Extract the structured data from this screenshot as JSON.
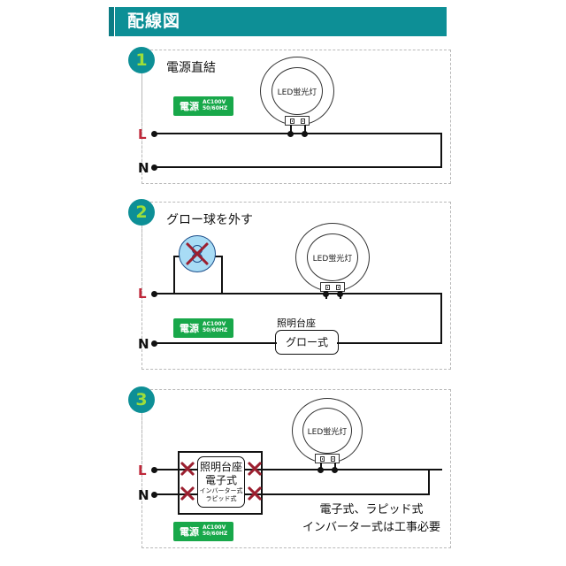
{
  "header": {
    "title": "配線図"
  },
  "power_badge": {
    "main": "電源",
    "volt": "AC100V",
    "freq": "50/60HZ"
  },
  "lamp": {
    "label": "LED蛍光灯"
  },
  "terminals": {
    "live": "L",
    "neutral": "N"
  },
  "sections": [
    {
      "number": "1",
      "title": "電源直結"
    },
    {
      "number": "2",
      "title": "グロー球を外す",
      "base_label": "照明台座",
      "box_line1": "グロー式"
    },
    {
      "number": "3",
      "box_line1": "照明台座",
      "box_line2": "電子式",
      "box_line3": "インバーター式",
      "box_line4": "ラピッド式",
      "caption_line1": "電子式、ラピッド式",
      "caption_line2": "インバーター式は工事必要"
    }
  ],
  "colors": {
    "header_bg": "#0d8f96",
    "header_accent": "#0b7c84",
    "badge_bg": "#0d8f96",
    "badge_text": "#9ede3a",
    "power_bg": "#18a84a",
    "live_text": "#c0283a",
    "x_mark": "#9b1f2f",
    "glow_fill": "#a8dcf5",
    "glow_border": "#1c4e8a",
    "wire": "#111111"
  }
}
